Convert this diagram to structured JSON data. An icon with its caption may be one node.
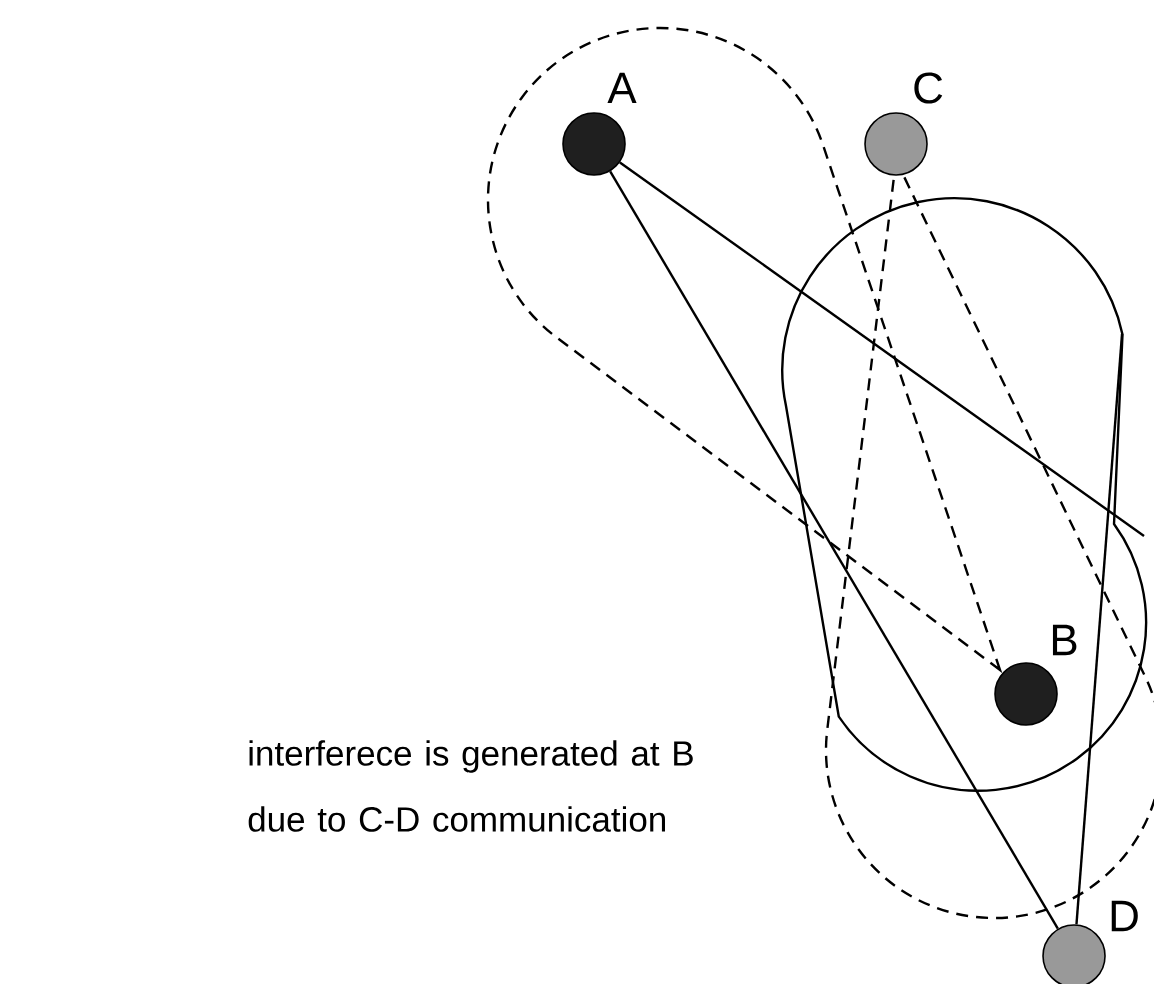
{
  "diagram": {
    "nodes": [
      {
        "text": [
          "A"
        ]
      },
      {
        "text": [
          "C"
        ]
      },
      {
        "text": [
          "B"
        ]
      },
      {
        "text": [
          "D"
        ]
      }
    ],
    "edges": [
      {
        "from": 0,
        "to": 3,
        "arrow": "none"
      },
      {
        "from": 0,
        "to": null,
        "arrow": "none"
      },
      {
        "from": 3,
        "to": null,
        "arrow": "none"
      }
    ],
    "labels": [
      "interferece is generated at B due to C-D communication"
    ]
  }
}
